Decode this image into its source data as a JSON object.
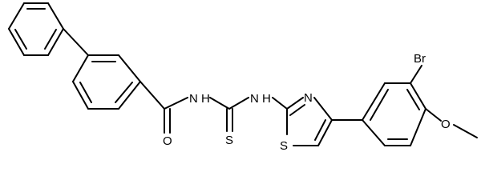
{
  "structure": {
    "atoms": {
      "oxygen_carbonyl": "O",
      "nitrogen_amide": "N",
      "hydrogen_amide": "H",
      "nitrogen_thiourea": "N",
      "hydrogen_thiourea": "H",
      "sulfur_thione": "S",
      "nitrogen_thiazole": "N",
      "sulfur_thiazole": "S",
      "bromine": "Br",
      "oxygen_methoxy": "O"
    }
  }
}
